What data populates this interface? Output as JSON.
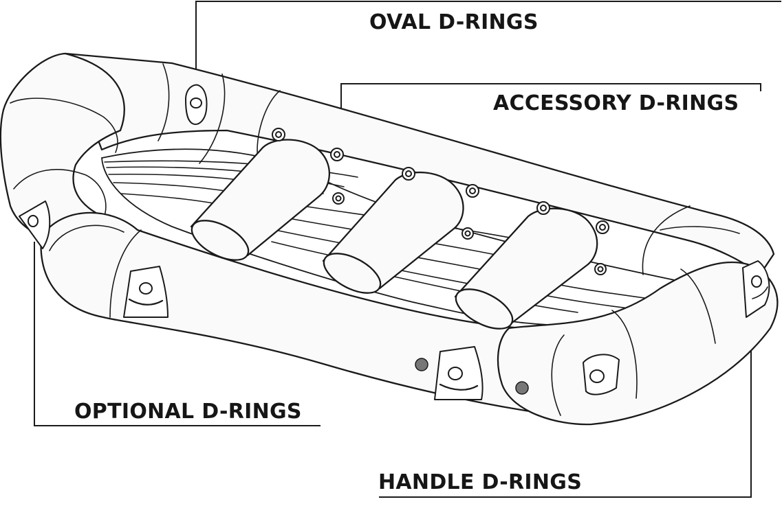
{
  "labels": {
    "oval": "OVAL D-RINGS",
    "accessory": "ACCESSORY D-RINGS",
    "optional": "OPTIONAL D-RINGS",
    "handle": "HANDLE D-RINGS"
  },
  "colors": {
    "line": "#1a1a1a",
    "background": "#ffffff"
  }
}
